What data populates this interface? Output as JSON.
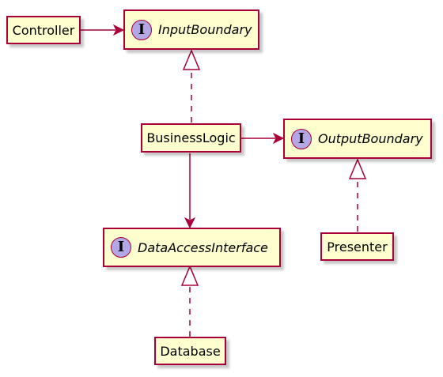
{
  "colors": {
    "box_fill": "#FEFECE",
    "border": "#A80036",
    "interface_badge": "#B4A7E5"
  },
  "nodes": {
    "controller": {
      "label": "Controller"
    },
    "input_boundary": {
      "label": "InputBoundary",
      "badge": "I"
    },
    "business_logic": {
      "label": "BusinessLogic"
    },
    "output_boundary": {
      "label": "OutputBoundary",
      "badge": "I"
    },
    "data_access_interface": {
      "label": "DataAccessInterface",
      "badge": "I"
    },
    "presenter": {
      "label": "Presenter"
    },
    "database": {
      "label": "Database"
    }
  },
  "edges": [
    {
      "from": "Controller",
      "to": "InputBoundary",
      "type": "association"
    },
    {
      "from": "BusinessLogic",
      "to": "InputBoundary",
      "type": "realization"
    },
    {
      "from": "BusinessLogic",
      "to": "OutputBoundary",
      "type": "association"
    },
    {
      "from": "BusinessLogic",
      "to": "DataAccessInterface",
      "type": "association"
    },
    {
      "from": "Presenter",
      "to": "OutputBoundary",
      "type": "realization"
    },
    {
      "from": "Database",
      "to": "DataAccessInterface",
      "type": "realization"
    }
  ]
}
